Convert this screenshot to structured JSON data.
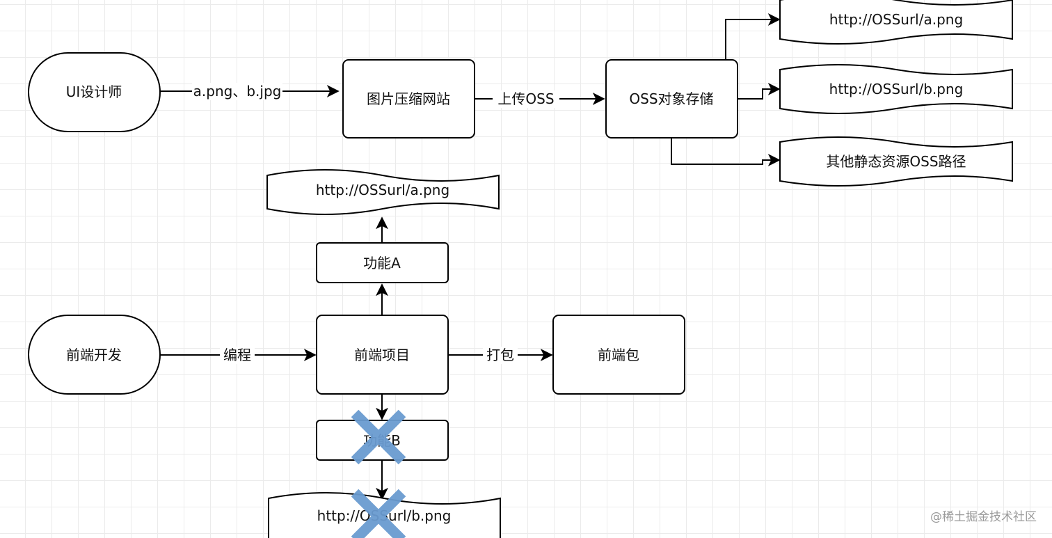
{
  "nodes": {
    "ui_designer": "UI设计师",
    "compress_site": "图片压缩网站",
    "oss_storage": "OSS对象存储",
    "oss_a": "http://OSSurl/a.png",
    "oss_b": "http://OSSurl/b.png",
    "oss_other": "其他静态资源OSS路径",
    "frontend_dev": "前端开发",
    "frontend_project": "前端项目",
    "frontend_package": "前端包",
    "feature_a": "功能A",
    "feature_a_url": "http://OSSurl/a.png",
    "feature_b": "功能B",
    "feature_b_url": "http://OSSurl/b.png"
  },
  "edges": {
    "designer_to_site": "a.png、b.jpg",
    "site_to_oss": "上传OSS",
    "dev_to_project": "编程",
    "project_to_package": "打包"
  },
  "watermark": "@稀土掘金技术社区",
  "colors": {
    "stroke": "#000000",
    "grid": "#ebebeb",
    "cross": "#6a9bd0"
  }
}
